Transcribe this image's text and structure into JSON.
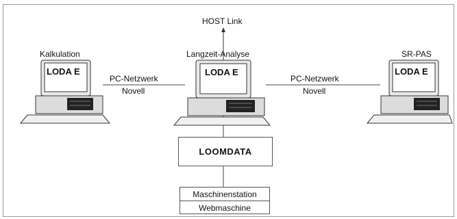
{
  "host_link": "HOST Link",
  "workstations": [
    {
      "name": "Kalkulation",
      "screen_label": "LODA E"
    },
    {
      "name": "Langzeit-Analyse",
      "screen_label": "LODA E"
    },
    {
      "name": "SR-PAS",
      "screen_label": "LODA E"
    }
  ],
  "network_left": {
    "line1": "PC-Netzwerk",
    "line2": "Novell"
  },
  "network_right": {
    "line1": "PC-Netzwerk",
    "line2": "Novell"
  },
  "server_box": "LOOMDATA",
  "machine_box": {
    "top": "Maschinenstation",
    "bottom": "Webmaschine"
  }
}
